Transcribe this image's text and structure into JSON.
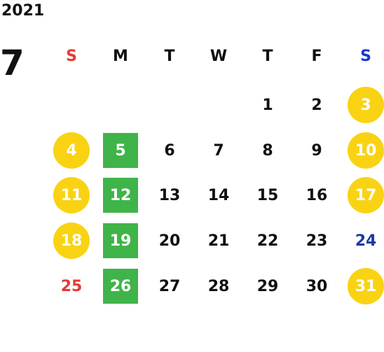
{
  "year": "2021",
  "month": "7",
  "weekdays": [
    "S",
    "M",
    "T",
    "W",
    "T",
    "F",
    "S"
  ],
  "weeks": [
    [
      "",
      "",
      "",
      "",
      "1",
      "2",
      "3"
    ],
    [
      "4",
      "5",
      "6",
      "7",
      "8",
      "9",
      "10"
    ],
    [
      "11",
      "12",
      "13",
      "14",
      "15",
      "16",
      "17"
    ],
    [
      "18",
      "19",
      "20",
      "21",
      "22",
      "23",
      "24"
    ],
    [
      "25",
      "26",
      "27",
      "28",
      "29",
      "30",
      "31"
    ]
  ],
  "colors": {
    "circle": "#f9d313",
    "square": "#3fb449",
    "sunday_red": "#e53935",
    "saturday_blue": "#1a37d6",
    "number_blue": "#1f3aa2"
  }
}
